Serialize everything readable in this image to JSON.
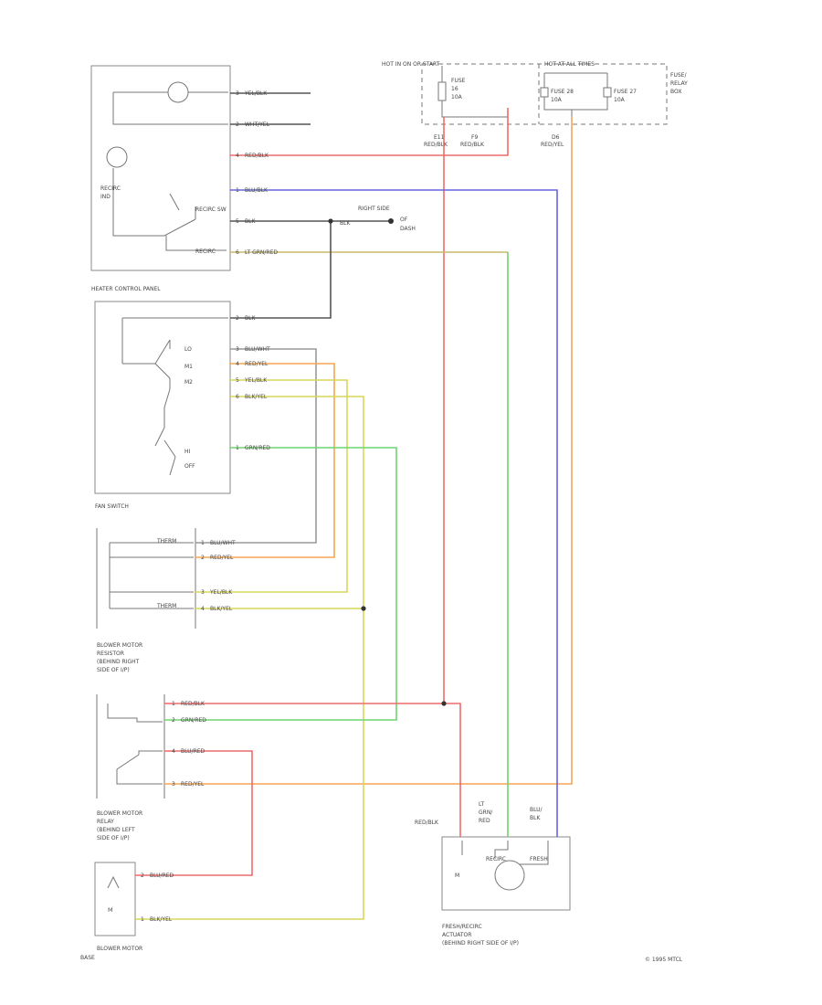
{
  "colors": {
    "red_blk": "#f06a6a",
    "blue": "#6666dd",
    "orange": "#f5a552",
    "green": "#6fd46f",
    "yellow": "#d7d75a",
    "ltgreen_red": "#c8b86a",
    "black_wire": "#555555",
    "gray_wire": "#999999"
  },
  "fuse_box": {
    "hot_label": "HOT IN ON OR START",
    "hot_at_all_times": "HOT AT ALL TIMES",
    "title_lines": [
      "FUSE/",
      "RELAY",
      "BOX"
    ],
    "fuse1": [
      "FUSE",
      "16",
      "10A"
    ],
    "fuse2": [
      "FUSE 28",
      "10A"
    ],
    "fuse3": [
      "FUSE 27",
      "10A"
    ],
    "terminals": [
      {
        "id": "E11",
        "color": "RED/BLK"
      },
      {
        "id": "F9",
        "color": "RED/BLK"
      },
      {
        "id": "D6",
        "color": "RED/YEL"
      }
    ]
  },
  "heater_panel": {
    "name_line": "HEATER CONTROL PANEL",
    "inner_lines": [
      "RECIRC",
      "IND"
    ],
    "switch_label": "RECIRC SW",
    "pins": [
      {
        "pin": "3",
        "color": "YEL/BLK"
      },
      {
        "pin": "2",
        "color": "WHT/YEL"
      },
      {
        "pin": "4",
        "color": "RED/BLK"
      },
      {
        "pin": "1",
        "color": "BLU/BLK"
      },
      {
        "pin": "5",
        "color": "BLK"
      },
      {
        "pin": "6",
        "color": "LT GRN/RED"
      }
    ],
    "ground_label": "BLK",
    "ground_note": [
      "RIGHT SIDE",
      "OF",
      "DASH"
    ],
    "recirc_text": "RECIRC"
  },
  "fan_switch": {
    "name": "FAN SWITCH",
    "pins": [
      {
        "pin": "2",
        "color": "BLK"
      },
      {
        "pin": "3",
        "color": "BLU/WHT"
      },
      {
        "pin": "4",
        "color": "RED/YEL"
      },
      {
        "pin": "5",
        "color": "YEL/BLK"
      },
      {
        "pin": "6",
        "color": "BLK/YEL"
      },
      {
        "pin": "1",
        "color": "GRN/RED"
      }
    ],
    "positions": [
      "LO",
      "M1",
      "M2",
      "HI",
      "OFF"
    ]
  },
  "resistor": {
    "name_lines": [
      "BLOWER MOTOR",
      "RESISTOR",
      "(BEHIND RIGHT",
      "SIDE OF I/P)"
    ],
    "pins": [
      {
        "pin": "1",
        "color": "BLU/WHT"
      },
      {
        "pin": "2",
        "color": "RED/YEL"
      },
      {
        "pin": "3",
        "color": "YEL/BLK"
      },
      {
        "pin": "4",
        "color": "BLK/YEL"
      }
    ],
    "thermal_labels": [
      "THERM",
      "THERM"
    ]
  },
  "relay": {
    "name_lines": [
      "BLOWER MOTOR",
      "RELAY",
      "(BEHIND LEFT",
      "SIDE OF I/P)"
    ],
    "pins": [
      {
        "pin": "1",
        "color": "RED/BLK"
      },
      {
        "pin": "2",
        "color": "GRN/RED"
      },
      {
        "pin": "4",
        "color": "BLU/RED"
      },
      {
        "pin": "3",
        "color": "RED/YEL"
      }
    ]
  },
  "motor": {
    "name_lines": [
      "BLOWER MOTOR",
      "BASE"
    ],
    "pins": [
      {
        "pin": "2",
        "color": "BLU/RED"
      },
      {
        "pin": "1",
        "color": "BLK/YEL"
      }
    ],
    "symbol": "M"
  },
  "actuator": {
    "name_lines": [
      "FRESH/RECIRC",
      "ACTUATOR",
      "(BEHIND RIGHT SIDE OF I/P)"
    ],
    "left_label": "RED/BLK",
    "mid_label": [
      "LT",
      "GRN/",
      "RED"
    ],
    "right_label": [
      "BLU/",
      "BLK"
    ],
    "inner": [
      "RECIRC",
      "FRESH"
    ],
    "symbol": "M"
  },
  "footer": {
    "copyright": "© 1995 MTCL"
  }
}
